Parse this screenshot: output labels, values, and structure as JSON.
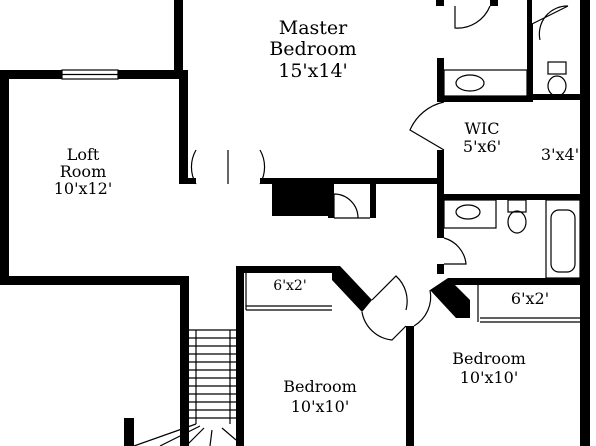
{
  "rooms": {
    "master": {
      "name_line1": "Master",
      "name_line2": "Bedroom",
      "size": "15'x14'"
    },
    "loft": {
      "name_line1": "Loft",
      "name_line2": "Room",
      "size": "10'x12'"
    },
    "wic": {
      "name": "WIC",
      "size": "5'x6'"
    },
    "closet_right": {
      "size": "3'x4'"
    },
    "closet_left": {
      "size": "6'x2'"
    },
    "closet_middle": {
      "size": "6'x2'"
    },
    "bedroom_center": {
      "name": "Bedroom",
      "size": "10'x10'"
    },
    "bedroom_right": {
      "name": "Bedroom",
      "size": "10'x10'"
    }
  },
  "colors": {
    "wall": "#000000",
    "background": "#ffffff"
  }
}
